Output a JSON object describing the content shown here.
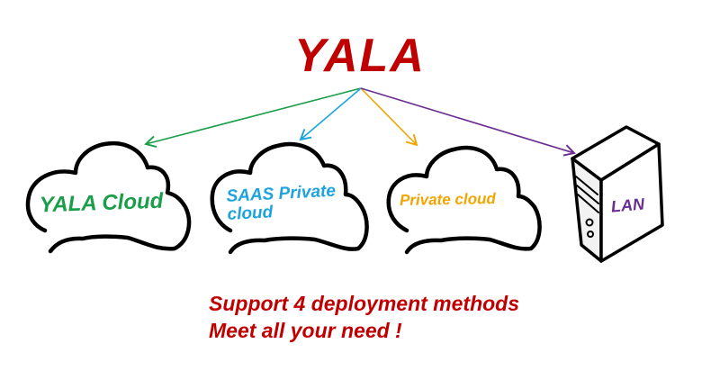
{
  "brand": {
    "name": "YALA",
    "color": "#c00000"
  },
  "deployments": [
    {
      "label": "YALA Cloud",
      "color": "#1a9e4a",
      "icon": "cloud-icon"
    },
    {
      "label": "SAAS Private cloud",
      "color": "#1da3dd",
      "icon": "cloud-icon"
    },
    {
      "label": "Private cloud",
      "color": "#f0a500",
      "icon": "cloud-icon"
    },
    {
      "label": "LAN",
      "color": "#6a2c91",
      "icon": "server-tower-icon"
    }
  ],
  "tagline": {
    "line1": "Support 4 deployment methods",
    "line2": "Meet all your need !"
  }
}
